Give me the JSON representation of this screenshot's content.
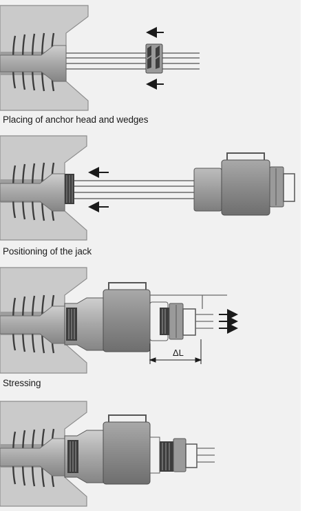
{
  "captions": {
    "step1": "Placing of anchor head and wedges",
    "step2": "Positioning of the jack",
    "step3": "Stressing"
  },
  "annotations": {
    "elongation": "ΔL"
  },
  "colors": {
    "concrete": "#c9c9c9",
    "concrete_edge": "#8d8d8d",
    "steel_dark": "#5e5e5e",
    "steel_mid": "#8c8c8c",
    "steel_light": "#b7b7b7",
    "background_panel": "#ededed",
    "ink": "#1a1a1a"
  },
  "icons": [
    "arrow-left-icon",
    "arrow-right-icon"
  ]
}
